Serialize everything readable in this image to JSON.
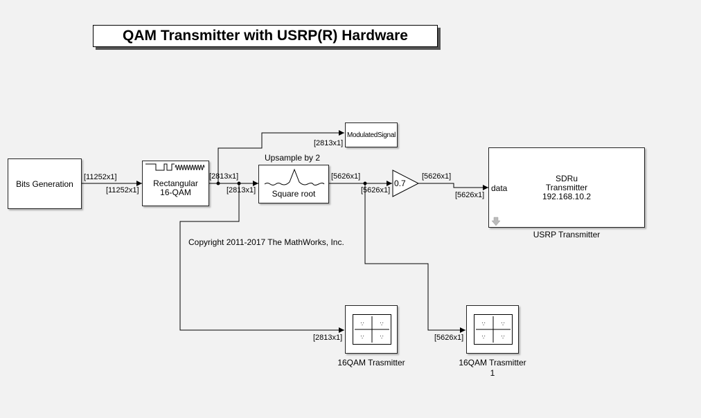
{
  "title": "QAM Transmitter with USRP(R) Hardware",
  "copyright": "Copyright 2011-2017 The MathWorks, Inc.",
  "blocks": {
    "bits_generation": {
      "label": "Bits Generation"
    },
    "modulator": {
      "line1": "Rectangular",
      "line2": "16-QAM"
    },
    "upsample": {
      "top_label": "Upsample by 2",
      "label": "Square root"
    },
    "gain": {
      "value": "0.7"
    },
    "modulated_signal": {
      "label": "ModulatedSignal"
    },
    "sdru": {
      "port": "data",
      "line1": "SDRu",
      "line2": "Transmitter",
      "line3": "192.168.10.2",
      "caption": "USRP Transmitter"
    },
    "scope1": {
      "caption": "16QAM Trasmitter"
    },
    "scope2": {
      "caption_line1": "16QAM Trasmitter",
      "caption_line2": "1"
    }
  },
  "signal_labels": {
    "bits_out": "[11252x1]",
    "mod_in": "[11252x1]",
    "mod_out": "[2813x1]",
    "to_modsig": "[2813x1]",
    "upsample_in": "[2813x1]",
    "upsample_out": "[5626x1]",
    "gain_in": "[5626x1]",
    "gain_out": "[5626x1]",
    "sdru_in": "[5626x1]",
    "scope1_in": "[2813x1]",
    "scope2_in": "[5626x1]"
  },
  "colors": {
    "background": "#f2f2f2",
    "block_fill": "#ffffff",
    "line": "#000000"
  }
}
